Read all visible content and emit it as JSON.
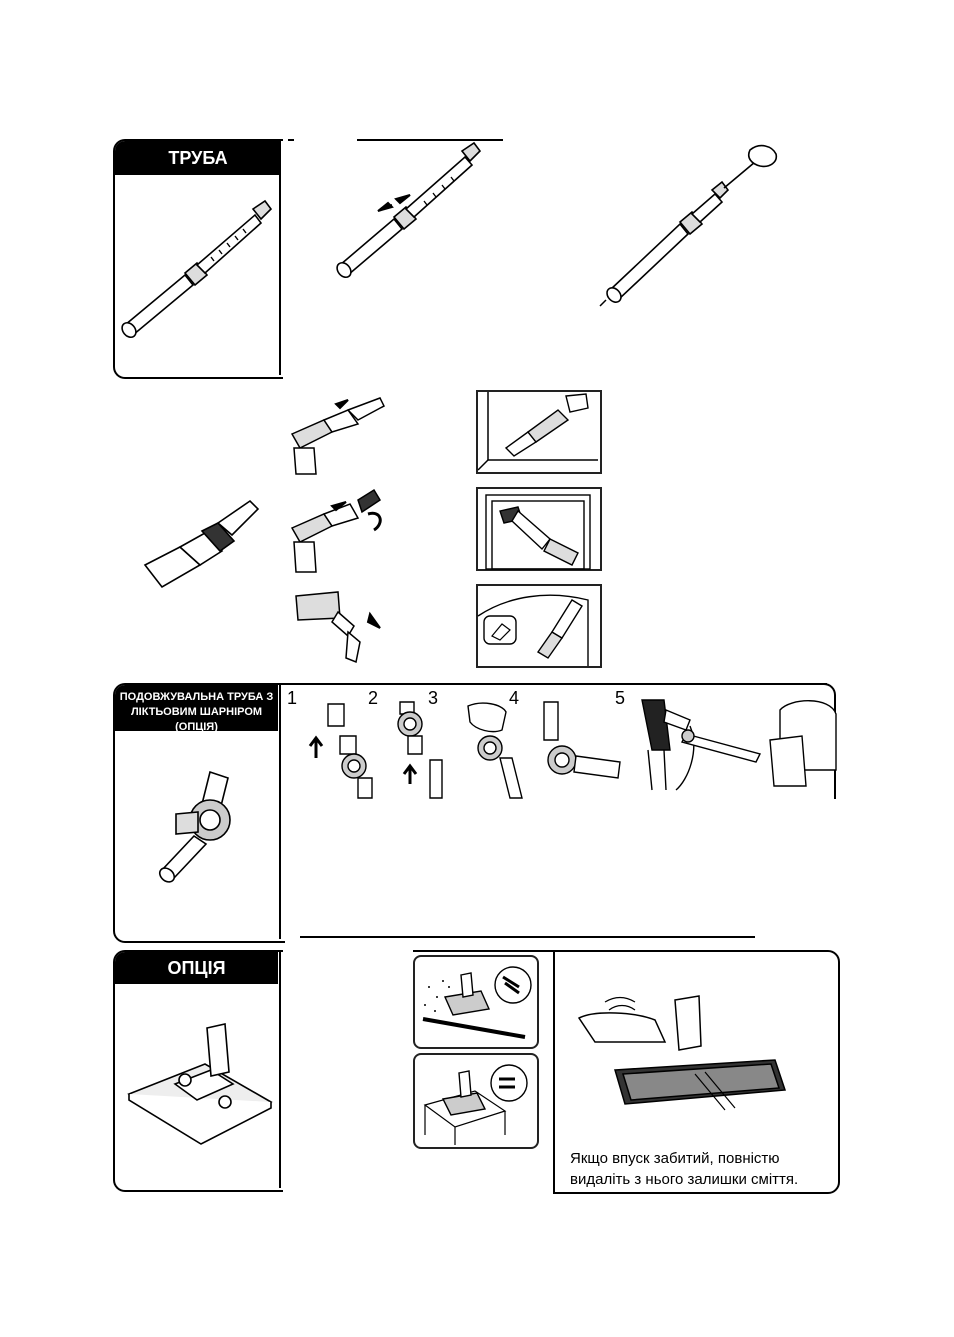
{
  "sections": {
    "tube": {
      "title": "ТРУБА"
    },
    "elbow_tube": {
      "title_line1": "ПОДОВЖУВАЛЬНА ТРУБА З",
      "title_line2": "ЛІКТЬОВИМ ШАРНІРОМ (ОПЦІЯ)"
    },
    "option": {
      "title": "ОПЦІЯ"
    }
  },
  "elbow_steps": [
    "1",
    "2",
    "3",
    "4",
    "5"
  ],
  "clog_note": {
    "line1": "Якщо впуск забитий, повністю",
    "line2": "видаліть з нього залишки сміття."
  },
  "icons": {
    "telescopic_tube": "telescopic-tube-icon",
    "crevice_tool": "crevice-nozzle-icon",
    "elbow_joint": "elbow-joint-icon",
    "floor_brush": "floor-brush-icon"
  }
}
